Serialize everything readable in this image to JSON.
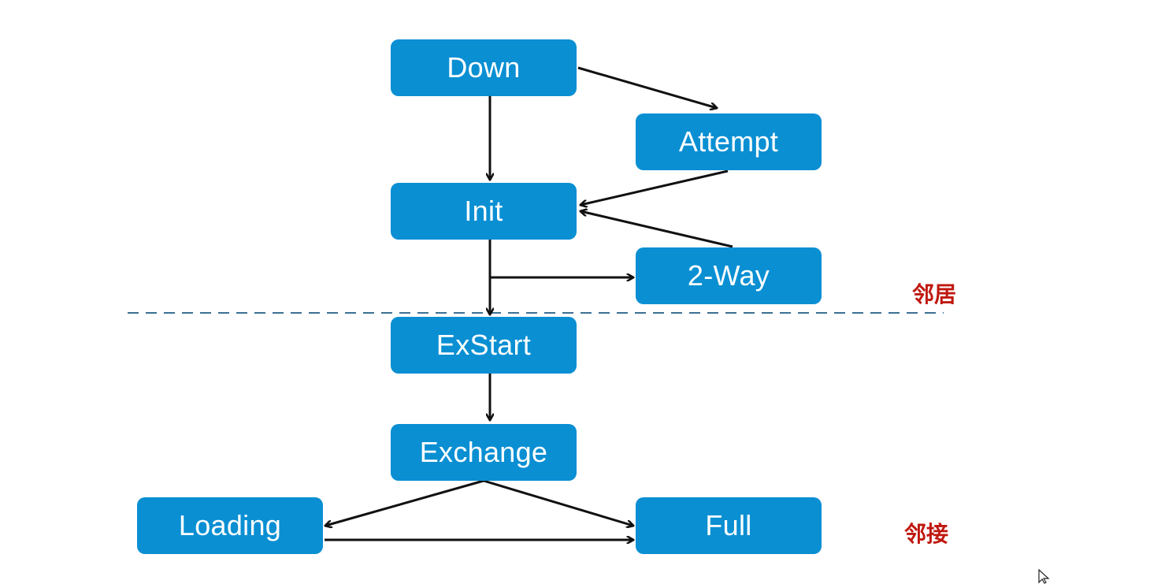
{
  "colors": {
    "node_fill": "#0a8fd3",
    "arrow": "#111111",
    "divider": "#3d6f93",
    "zone_label": "#c0180f"
  },
  "nodes": {
    "down": "Down",
    "attempt": "Attempt",
    "init": "Init",
    "two_way": "2-Way",
    "exstart": "ExStart",
    "exchange": "Exchange",
    "loading": "Loading",
    "full": "Full"
  },
  "zones": {
    "neighbor": "邻居",
    "adjacency": "邻接"
  },
  "icons": {
    "cursor": "mouse-pointer-icon"
  }
}
